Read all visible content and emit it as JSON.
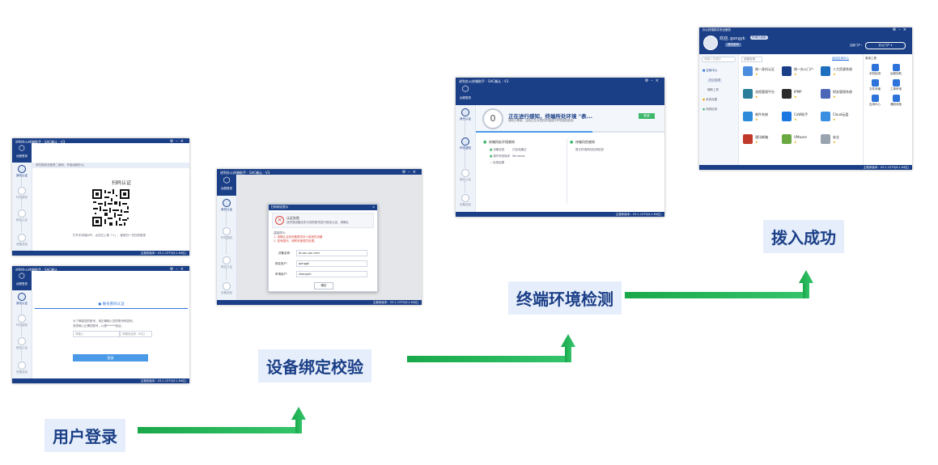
{
  "stages": [
    {
      "label": "用户登录"
    },
    {
      "label": "设备绑定校验"
    },
    {
      "label": "终端环境检测"
    },
    {
      "label": "拨入成功"
    }
  ],
  "win1": {
    "title": "进利办公终端助手 - SAC端认 - V3",
    "logo_label": "远程登录",
    "steps": [
      "身份认证",
      "环境感知",
      "绑定认证",
      "设备巡检"
    ],
    "breadcrumb": "请扫描安全登录二维码，开始远程办公。",
    "heading": "扫码认证",
    "hint": "打开手机端APP，点击右上角「+」，使用扫一扫扫码登录",
    "version": "主程序版本：V3.1.1379(X.L 64位)"
  },
  "win2": {
    "title": "进利办公终端助手 - SAC端认",
    "logo_label": "远程登录",
    "steps": [
      "身份认证",
      "环境感知",
      "绑定认证",
      "设备巡检"
    ],
    "tab": "账号密码认证",
    "desc1": "为了确保您的账号，请正确输入您的账号和密码。",
    "desc2": "请您输入正确的账号，以便******验证。",
    "placeholder_user": "请输入",
    "placeholder_code": "请输验证码（6位）",
    "login_button": "登录",
    "version": "主程序版本：V3.1.1379(X.L 64位)"
  },
  "win3": {
    "title": "进利办公终端助手 - SAC端认 - V3",
    "logo_label": "远程登录",
    "steps": [
      "身份认证",
      "环境感知",
      "绑定认证",
      "设备巡检"
    ],
    "dialog_title": "扫码绑定提示",
    "alert_title": "认证失败",
    "alert_desc": "该终端设备还未与您的账号进行绑定认证，请确认",
    "notice_title": "温馨提示：",
    "notice_1": "1. 请确认当前设备是您本人使用的设备",
    "notice_2": "2. 如有疑问，请联系管理员处理。",
    "fields": [
      {
        "label": "设备名称:",
        "value": "dr.osc.osc.com"
      },
      {
        "label": "绑定用户:",
        "value": "gonggk"
      },
      {
        "label": "申请用户:",
        "value": "zhangsih"
      }
    ],
    "ok_button": "确定",
    "version": "主程序版本：V3.1.1379(X.L 64位)"
  },
  "win4": {
    "title": "进利办公终端助手 - SAC端认 - V3",
    "logo_label": "远程登录",
    "steps": [
      "身份认证",
      "环境感知",
      "绑定认证",
      "设备巡检"
    ],
    "score": "0",
    "headline": "正在进行感知，终端所处环境 \"表...",
    "sub": "请耐心等候，当前正在对您的终端进行环境感知检测",
    "action_button": "取消",
    "left_title": "终端所处环境感知",
    "left_items": [
      "设备信息",
      "操作系统版本",
      "检测结果"
    ],
    "left_values": [
      "已检测通过",
      "Windows",
      ""
    ],
    "right_title": "终端风险感知",
    "right_desc": "暂无终端风险检测信息",
    "version": "主程序版本：V3.1.1379(X.L 64位)"
  },
  "win5": {
    "title": "办公终端助手安全服务",
    "greeting": "欢迎, gongyk",
    "badge": "终端已连接",
    "sub_button": "修改密码",
    "portal_label": "当前门户：",
    "portal_select": "办公门户",
    "search_placeholder": "请输入关键字",
    "tab_all": "全部应用",
    "link": "返回应用中心",
    "sidebar": [
      "应用中心",
      "办公应用",
      "辅助工具",
      "系统设置",
      "网络检测"
    ],
    "apps": [
      {
        "name": "统一身份认证",
        "color": "#4c8de0"
      },
      {
        "name": "统一办公门户",
        "color": "#1b3f87"
      },
      {
        "name": "人力资源系统",
        "color": "#1f6fbf"
      },
      {
        "name": "流程管理平台",
        "color": "#2c7f9a"
      },
      {
        "name": "IPMP",
        "color": "#2b2b2b"
      },
      {
        "name": "财务管理系统",
        "color": "#4d67b8"
      },
      {
        "name": "邮件系统",
        "color": "#2e8bd9"
      },
      {
        "name": "CoW助手",
        "color": "#1a78e0"
      },
      {
        "name": "Cloud云盘",
        "color": "#3a8fe0"
      },
      {
        "name": "通讯邮箱",
        "color": "#c0392b"
      },
      {
        "name": "VMware",
        "color": "#6aa842"
      },
      {
        "name": "安全",
        "color": "#9aa3b0"
      }
    ],
    "tools_title": "常用工具",
    "tools": [
      "本机检测",
      "远程协助",
      "文件传输",
      "工单申请",
      "应用中心",
      "通知消息"
    ],
    "version": "主程序版本：V3.1.1379(X.L 64位)"
  },
  "colors": {
    "navy": "#1b3f87",
    "arrow_green": "#22b355",
    "label_bg": "#e6eefb"
  }
}
